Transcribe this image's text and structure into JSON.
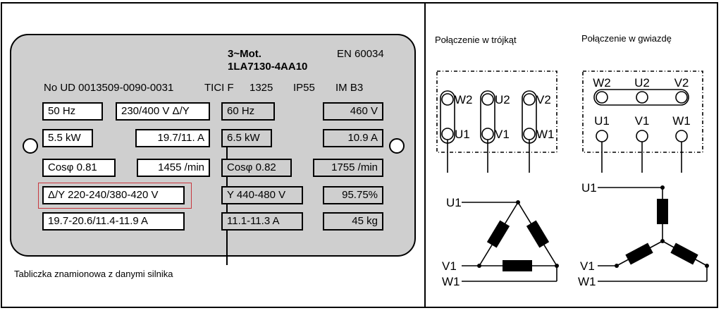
{
  "plate": {
    "header_mot": "3~Mot.",
    "header_std": "EN 60034",
    "header_type": "1LA7130-4AA10",
    "row_no": "No UD 0013509-0090-0031",
    "row_th": "TICI F",
    "row_1325": "1325",
    "row_ip": "IP55",
    "row_im": "IM B3",
    "left": {
      "hz": "50 Hz",
      "voltage": "230/400 V Δ/Y",
      "kw": "5.5 kW",
      "amps": "19.7/11. A",
      "cos": "Cosφ  0.81",
      "rpm": "1455 /min",
      "range_v": "Δ/Y 220-240/380-420 V",
      "range_a": "19.7-20.6/11.4-11.9 A"
    },
    "right": {
      "hz": "60 Hz",
      "voltage": "460 V",
      "kw": "6.5 kW",
      "amps": "10.9 A",
      "cos": "Cosφ  0.82",
      "rpm": "1755 /min",
      "range_v": "Y 440-480 V",
      "eff": "95.75%",
      "range_a": "11.1-11.3 A",
      "mass": "45 kg"
    }
  },
  "caption": "Tabliczka znamionowa z danymi silnika",
  "delta": {
    "title": "Połączenie w trójkąt",
    "terminals": [
      "W2",
      "U2",
      "V2",
      "U1",
      "V1",
      "W1"
    ],
    "lines": [
      "U1",
      "V1",
      "W1"
    ]
  },
  "star": {
    "title": "Połączenie w gwiazdę",
    "terminals": [
      "W2",
      "U2",
      "V2",
      "U1",
      "V1",
      "W1"
    ],
    "lines": [
      "U1",
      "V1",
      "W1"
    ]
  },
  "colors": {
    "plate_bg": "#cfcfcf",
    "highlight": "#c8373e"
  }
}
